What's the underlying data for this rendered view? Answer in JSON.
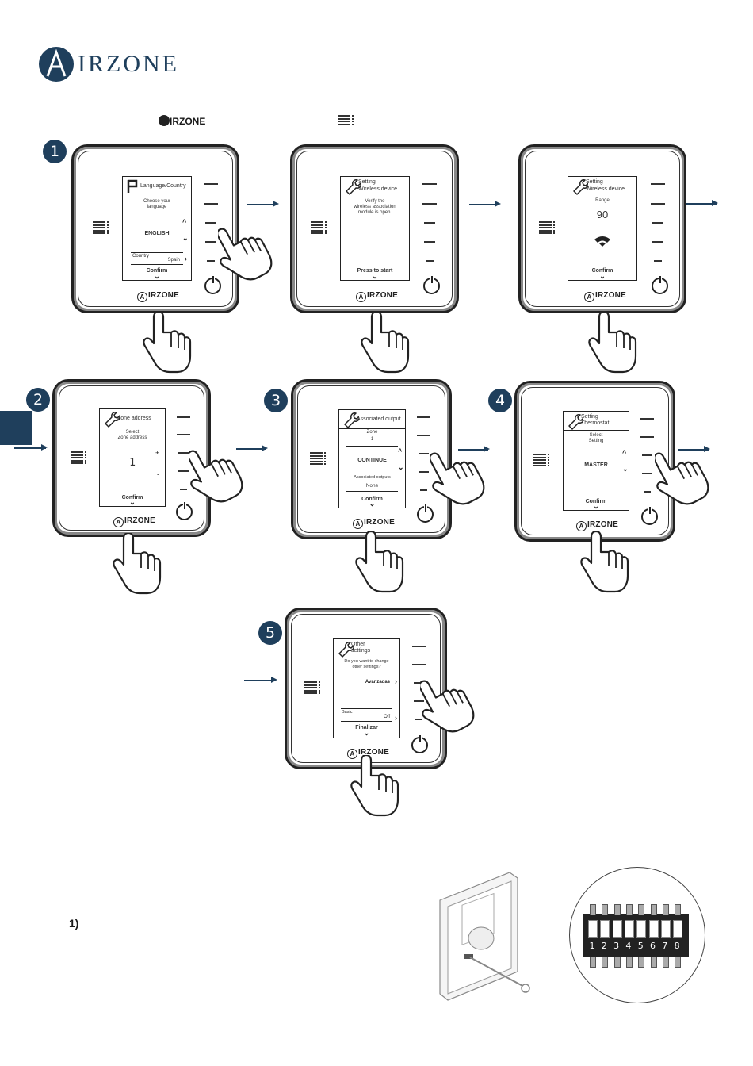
{
  "brand": {
    "logo_letter": "A",
    "logo_text": "IRZONE",
    "small_logo": "IRZONE"
  },
  "colors": {
    "brand_navy": "#1f3f5c",
    "ink": "#222222"
  },
  "steps": {
    "s1": {
      "badge": "1",
      "title": "Language/Country",
      "l1": "Choose your",
      "l2": "language",
      "value": "ENGLISH",
      "country_label": "Country",
      "country_value": "Spain",
      "confirm": "Confirm"
    },
    "s1b": {
      "title1": "Setting",
      "title2": "Wireless device",
      "l1": "Verify the",
      "l2": "wireless association",
      "l3": "module is open.",
      "start": "Press to start"
    },
    "s1c": {
      "title1": "Setting",
      "title2": "Wireless device",
      "label": "Range",
      "value": "90",
      "confirm": "Confirm"
    },
    "s2": {
      "badge": "2",
      "title": "Zone address",
      "l1": "Select",
      "l2": "Zone address",
      "value": "1",
      "plus": "+",
      "minus": "-",
      "confirm": "Confirm"
    },
    "s3": {
      "badge": "3",
      "title": "Associated output",
      "zone_label": "Zone",
      "zone_value": "1",
      "value": "CONTINUE",
      "outputs_label": "Associated outputs",
      "outputs_value": "None",
      "confirm": "Confirm"
    },
    "s4": {
      "badge": "4",
      "title1": "Setting",
      "title2": "Thermostat",
      "l1": "Select",
      "l2": "Setting",
      "value": "MASTER",
      "confirm": "Confirm"
    },
    "s5": {
      "badge": "5",
      "title1": "Other",
      "title2": "settings",
      "l1": "Do you want to change",
      "l2": "other settings?",
      "value": "Avanzadas",
      "basic_label": "Basic",
      "basic_value": "Off",
      "confirm": "Finalizar"
    }
  },
  "footnote": "1)",
  "dip_labels": [
    "1",
    "2",
    "3",
    "4",
    "5",
    "6",
    "7",
    "8"
  ],
  "icons": [
    "menu-icon",
    "power-icon",
    "wrench-icon",
    "flag-icon",
    "wifi-icon",
    "hand-icon",
    "arrow-right-icon",
    "chevron-up-icon",
    "chevron-down-icon",
    "chevron-right-icon"
  ]
}
